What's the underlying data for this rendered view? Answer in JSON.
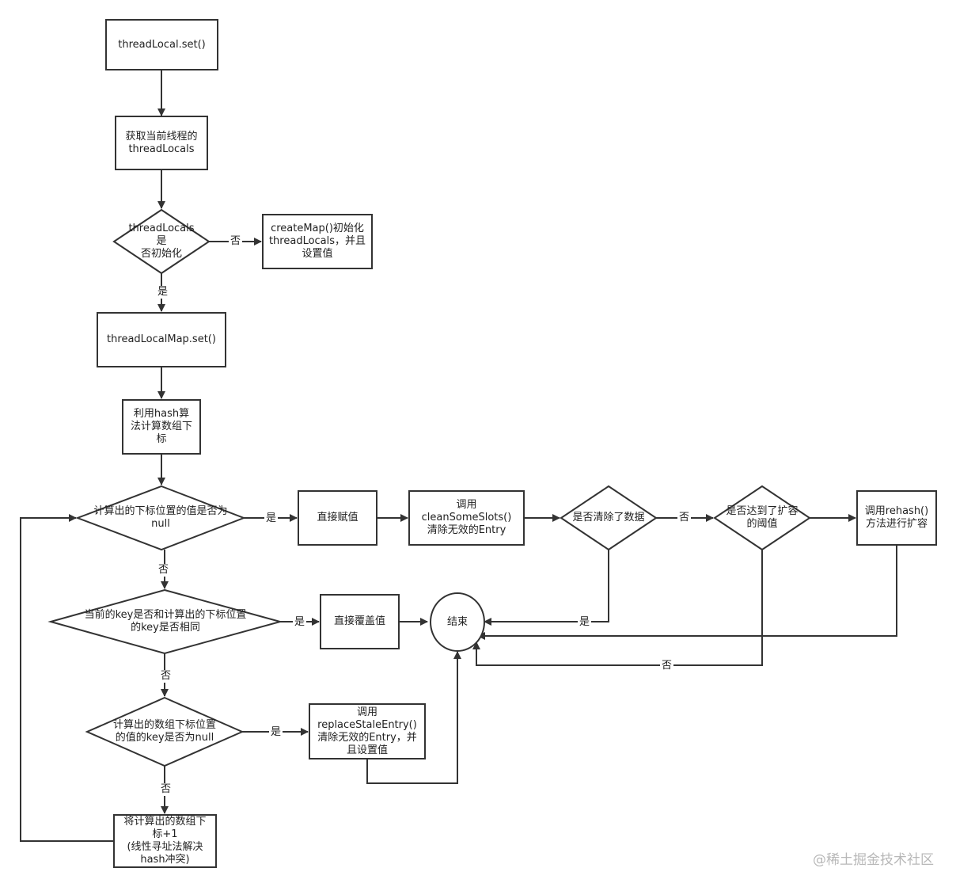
{
  "nodes": {
    "start": "threadLocal.set()",
    "get_locals": "获取当前线程的\nthreadLocals",
    "is_init": "threadLocals是\n否初始化",
    "create_map": "createMap()初始化\nthreadLocals，并且\n设置值",
    "map_set": "threadLocalMap.set()",
    "hash_index": "利用hash算\n法计算数组下\n标",
    "value_null": "计算出的下标位置的值是否为\nnull",
    "assign": "直接赋值",
    "clean_slots": "调用\ncleanSomeSlots()\n清除无效的Entry",
    "cleared": "是否清除了数据",
    "threshold": "是否达到了扩容\n的阈值",
    "rehash": "调用rehash()\n方法进行扩容",
    "key_same": "当前的key是否和计算出的下标位置\n的key是否相同",
    "overwrite": "直接覆盖值",
    "end": "结束",
    "key_null": "计算出的数组下标位置\n的值的key是否为null",
    "replace_stale": "调用\nreplaceStaleEntry()\n清除无效的Entry，并\n且设置值",
    "next_index": "将计算出的数组下\n标+1\n(线性寻址法解决\nhash冲突)"
  },
  "labels": {
    "yes": "是",
    "no": "否"
  },
  "watermark": "@稀土掘金技术社区"
}
